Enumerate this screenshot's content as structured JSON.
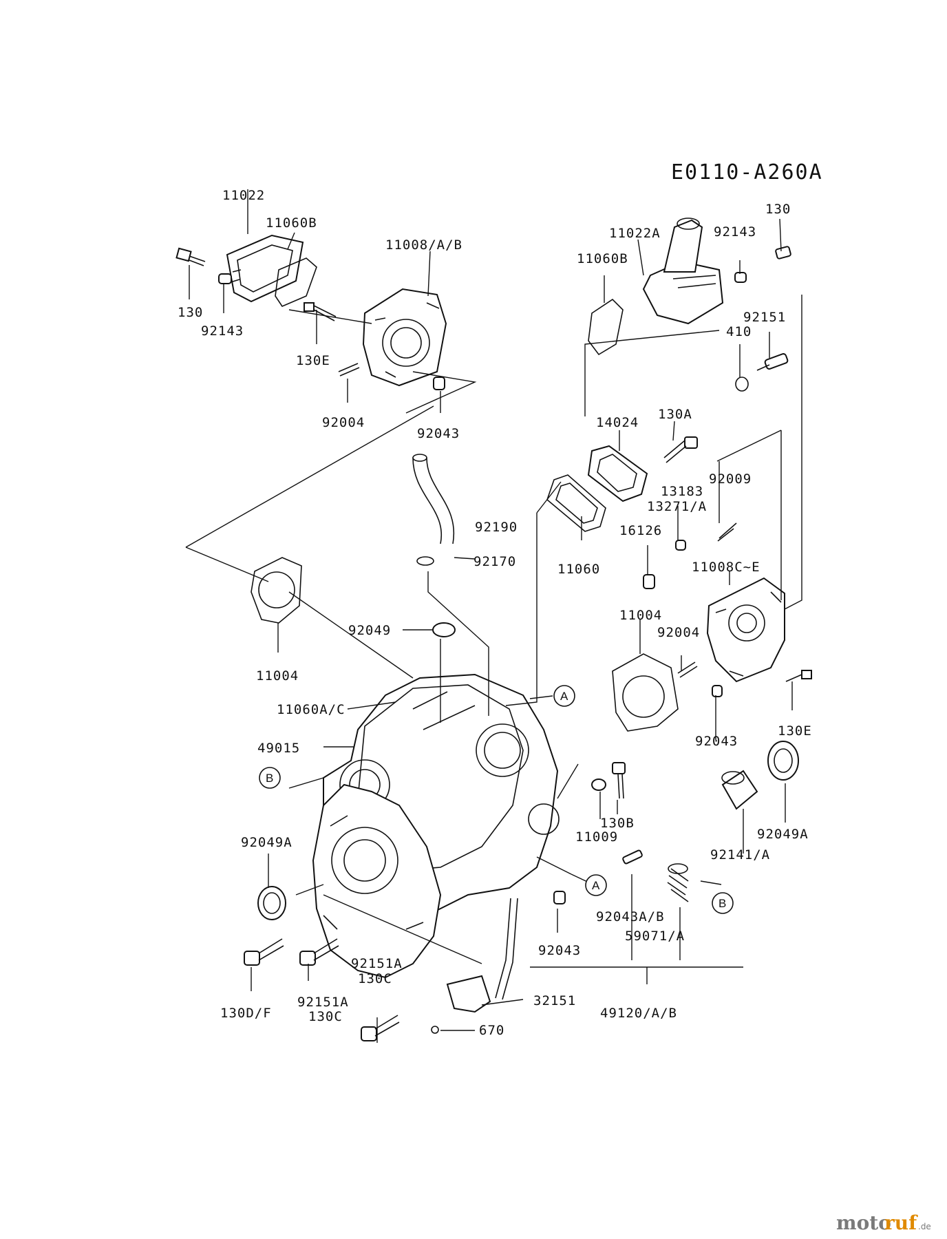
{
  "diagram_code": "E0110-A260A",
  "labels": [
    "11022",
    "11060B",
    "11008/A/B",
    "130",
    "92143",
    "130E",
    "92004",
    "92043",
    "11022A",
    "130",
    "92143",
    "11060B",
    "92151",
    "410",
    "14024",
    "130A",
    "92009",
    "13183",
    "13271/A",
    "92190",
    "92170",
    "11060",
    "16126",
    "11008C~E",
    "11004",
    "92049",
    "11004",
    "92004",
    "11060A/C",
    "49015",
    "92043",
    "130E",
    "92049A",
    "130B",
    "11009",
    "92049A",
    "92141/A",
    "92043A/B",
    "59071/A",
    "92043",
    "92151A",
    "130C",
    "130D/F",
    "92151A",
    "130C",
    "32151",
    "670",
    "49120/A/B"
  ],
  "callouts": [
    "A",
    "B",
    "A",
    "B"
  ],
  "watermark": {
    "brand_a": "moto",
    "brand_b": "ruf",
    "suffix": ".de"
  }
}
